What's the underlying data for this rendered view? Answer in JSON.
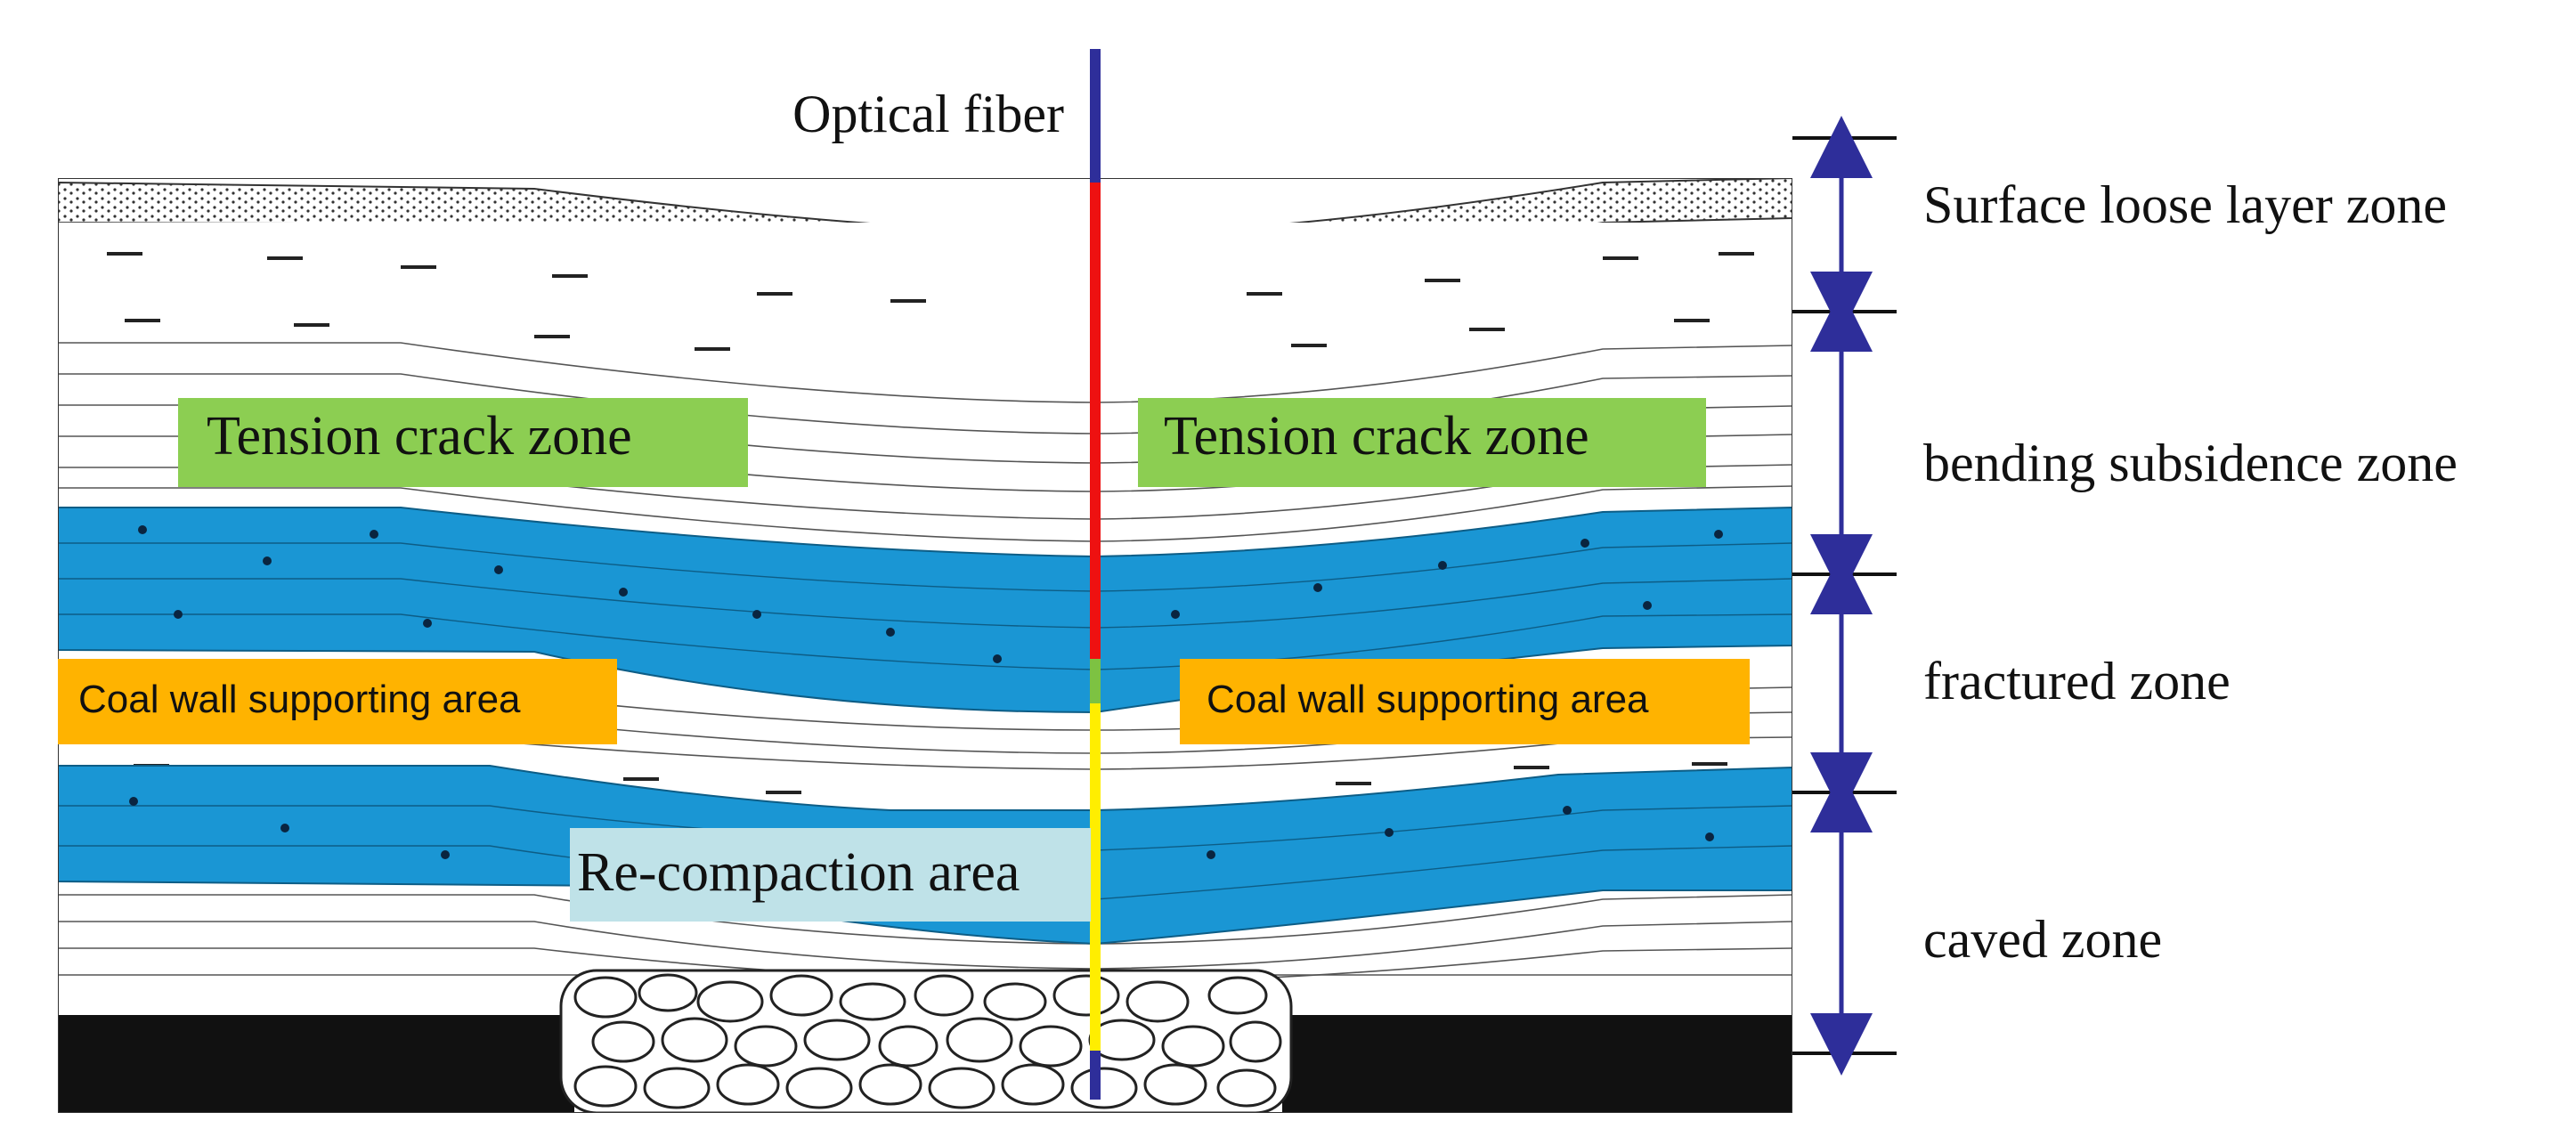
{
  "fiber": {
    "label": "Optical fiber",
    "colors": {
      "top": "#2e2e9a",
      "upper": "#ee1111",
      "middle": "#ffee00",
      "mark": "#7dc242",
      "bottom": "#2e2e9a"
    }
  },
  "areas": {
    "tension_left": "Tension crack zone",
    "tension_right": "Tension crack zone",
    "coal_left": "Coal wall supporting  area",
    "coal_right": "Coal wall supporting  area",
    "recompaction": "Re-compaction area"
  },
  "zones": [
    {
      "label": "Surface loose layer zone"
    },
    {
      "label": "bending subsidence zone"
    },
    {
      "label": "fractured zone"
    },
    {
      "label": "caved zone"
    }
  ],
  "colors": {
    "aquifer": "#1a96d4",
    "tension_box": "#8cce52",
    "coal_box": "#ffb300",
    "recompaction_box": "#bfe2e8",
    "coal_seam": "#111111",
    "arrow": "#2e2e9a"
  }
}
